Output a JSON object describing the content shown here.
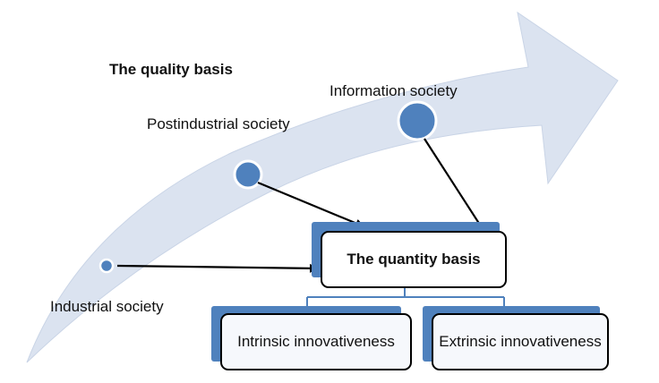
{
  "labels": {
    "quality_basis": "The quality basis",
    "information_society": "Information society",
    "postindustrial_society": "Postindustrial society",
    "industrial_society": "Industrial society"
  },
  "boxes": {
    "quantity_basis": "The quantity basis",
    "intrinsic": "Intrinsic innovativeness",
    "extrinsic": "Extrinsic innovativeness"
  },
  "colors": {
    "arrow_fill": "#dbe3f0",
    "node_fill": "#4f81bd",
    "box_shadow": "#4f81bd",
    "connector": "#4f81bd",
    "line": "#000000"
  }
}
